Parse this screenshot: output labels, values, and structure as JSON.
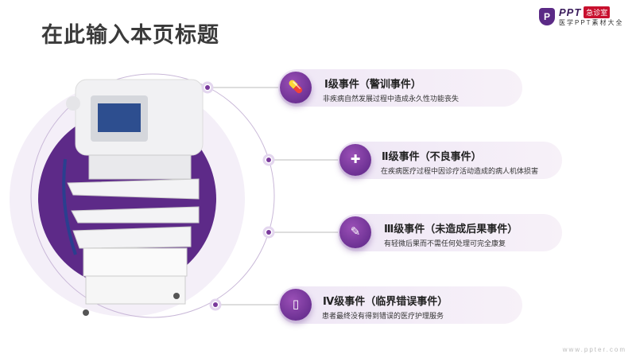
{
  "header": {
    "title": "在此输入本页标题"
  },
  "logo": {
    "brand": "PPT",
    "badge": "急诊室",
    "subtitle": "医学PPT素材大全",
    "mark": "P"
  },
  "events": [
    {
      "title": "Ⅰ级事件（警训事件）",
      "desc": "非疾病自然发展过程中造成永久性功能丧失",
      "icon": "pill-icon",
      "glyph": "💊"
    },
    {
      "title": "Ⅱ级事件（不良事件）",
      "desc": "在疾病医疗过程中因诊疗活动造成的病人机体损害",
      "icon": "medical-kit-icon",
      "glyph": "✚"
    },
    {
      "title": "Ⅲ级事件（未造成后果事件）",
      "desc": "有轻微后果而不需任何处理可完全康复",
      "icon": "syringe-icon",
      "glyph": "✎"
    },
    {
      "title": "Ⅳ级事件（临界错误事件）",
      "desc": "患者最终没有得到错误的医疗护理服务",
      "icon": "test-tube-icon",
      "glyph": "▯"
    }
  ],
  "watermark": "www.ppter.com",
  "colors": {
    "accent": "#5a2585",
    "card": "#efe7f6"
  }
}
